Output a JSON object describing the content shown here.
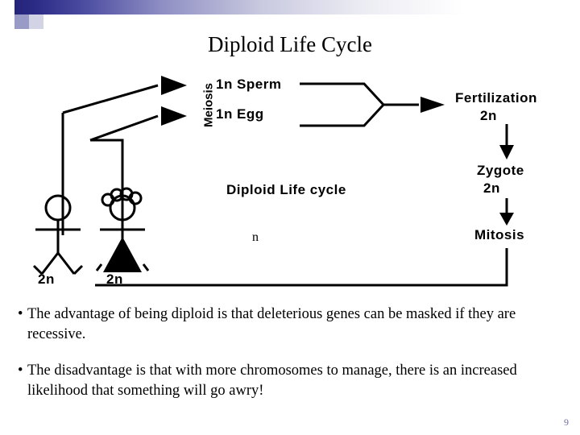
{
  "slide": {
    "title": "Diploid Life Cycle",
    "page_number": "9"
  },
  "figure": {
    "labels": {
      "meiosis": "Meiosis",
      "sperm": "1n Sperm",
      "egg": "1n Egg",
      "fertilization": "Fertilization",
      "fertilization_ploidy": "2n",
      "zygote": "Zygote",
      "zygote_ploidy": "2n",
      "mitosis": "Mitosis",
      "diploid_life_cycle": "Diploid Life cycle",
      "center_n": "n",
      "adult_male_ploidy": "2n",
      "adult_female_ploidy": "2n"
    }
  },
  "bullets": [
    {
      "marker": "•",
      "text": "The advantage of being diploid is that deleterious genes can be masked if they are recessive."
    },
    {
      "marker": "•",
      "text": "The disadvantage is that with more chromosomes to manage, there is an increased likelihood that something will go awry!"
    }
  ],
  "colors": {
    "text": "#000000",
    "accent": "#1f1f6e",
    "page_number": "#6f6fa0"
  }
}
